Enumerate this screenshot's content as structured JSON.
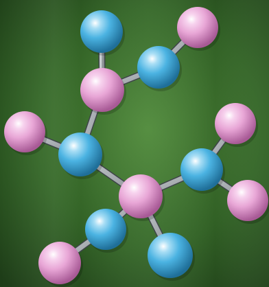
{
  "scene": {
    "subject": "molecule-model",
    "colors": {
      "background_light": "#4f8a3a",
      "background_dark": "#1e3d18",
      "bond": "#8a8f94",
      "bond_highlight": "#c9ced2",
      "atom_pink": "#e8a6d6",
      "atom_pink_shadow": "#a85a96",
      "atom_blue": "#4bb3e2",
      "atom_blue_shadow": "#1f6f99"
    },
    "atoms": [
      {
        "id": "a1",
        "element": "blue"
      },
      {
        "id": "a2",
        "element": "pink"
      },
      {
        "id": "a3",
        "element": "blue"
      },
      {
        "id": "a4",
        "element": "pink"
      },
      {
        "id": "a5",
        "element": "pink"
      },
      {
        "id": "a6",
        "element": "blue"
      },
      {
        "id": "a7",
        "element": "pink"
      },
      {
        "id": "a8",
        "element": "blue"
      },
      {
        "id": "a9",
        "element": "pink"
      },
      {
        "id": "a10",
        "element": "pink"
      },
      {
        "id": "a11",
        "element": "blue"
      },
      {
        "id": "a12",
        "element": "blue"
      },
      {
        "id": "a13",
        "element": "pink"
      }
    ],
    "bonds": [
      [
        "a1",
        "a4"
      ],
      [
        "a2",
        "a3"
      ],
      [
        "a3",
        "a4"
      ],
      [
        "a4",
        "a6"
      ],
      [
        "a5",
        "a6"
      ],
      [
        "a6",
        "a10"
      ],
      [
        "a10",
        "a8"
      ],
      [
        "a8",
        "a7"
      ],
      [
        "a8",
        "a9"
      ],
      [
        "a10",
        "a11"
      ],
      [
        "a10",
        "a12"
      ],
      [
        "a11",
        "a13"
      ]
    ]
  }
}
